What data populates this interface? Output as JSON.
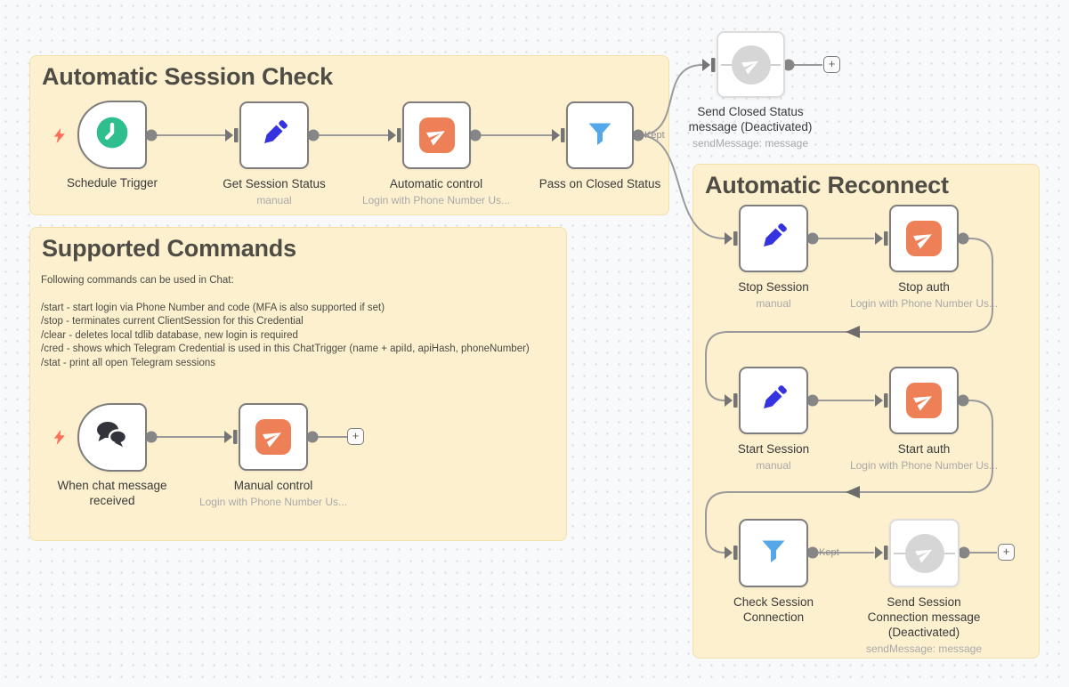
{
  "stickies": [
    {
      "title": "Automatic Session Check"
    },
    {
      "title": "Supported Commands",
      "lines": [
        "Following commands can be used in Chat:",
        "/start - start login via Phone Number and code (MFA is also supported if set)",
        "/stop - terminates current ClientSession for this Credential",
        "/clear - deletes local tdlib database, new login is required",
        "/cred - shows which Telegram Credential is used in this ChatTrigger (name + apiId, apiHash, phoneNumber)",
        "/stat - print all open Telegram sessions"
      ]
    },
    {
      "title": "Automatic Reconnect"
    }
  ],
  "nodes": [
    {
      "label": "Schedule Trigger",
      "icon": "clock-icon"
    },
    {
      "label": "Get Session Status",
      "sublabel": "manual",
      "icon": "pencil-icon"
    },
    {
      "label": "Automatic control",
      "sublabel": "Login with Phone Number Us...",
      "icon": "telegram-icon"
    },
    {
      "label": "Pass on Closed Status",
      "icon": "filter-icon"
    },
    {
      "label": "Send Closed Status message (Deactivated)",
      "sublabel": "sendMessage: message",
      "icon": "telegram-disabled-icon"
    },
    {
      "label": "When chat message received",
      "icon": "chat-icon"
    },
    {
      "label": "Manual control",
      "sublabel": "Login with Phone Number Us...",
      "icon": "telegram-icon"
    },
    {
      "label": "Stop Session",
      "sublabel": "manual",
      "icon": "pencil-icon"
    },
    {
      "label": "Stop auth",
      "sublabel": "Login with Phone Number Us...",
      "icon": "telegram-icon"
    },
    {
      "label": "Start Session",
      "sublabel": "manual",
      "icon": "pencil-icon"
    },
    {
      "label": "Start auth",
      "sublabel": "Login with Phone Number Us...",
      "icon": "telegram-icon"
    },
    {
      "label": "Check Session Connection",
      "icon": "filter-icon"
    },
    {
      "label": "Send Session Connection message (Deactivated)",
      "sublabel": "sendMessage: message",
      "icon": "telegram-disabled-icon"
    }
  ],
  "labels": {
    "kept": "Kept",
    "plus": "+"
  },
  "colors": {
    "sticky_bg": "#fdf0cf",
    "sticky_border": "#f2e0a9",
    "accent_green": "#2fbe8e",
    "accent_blue_pencil": "#3532e0",
    "accent_orange": "#ee8057",
    "accent_blue_filter": "#54a8ea",
    "accent_bolt": "#ff6e59",
    "wire_gray": "#9a9a9a"
  }
}
